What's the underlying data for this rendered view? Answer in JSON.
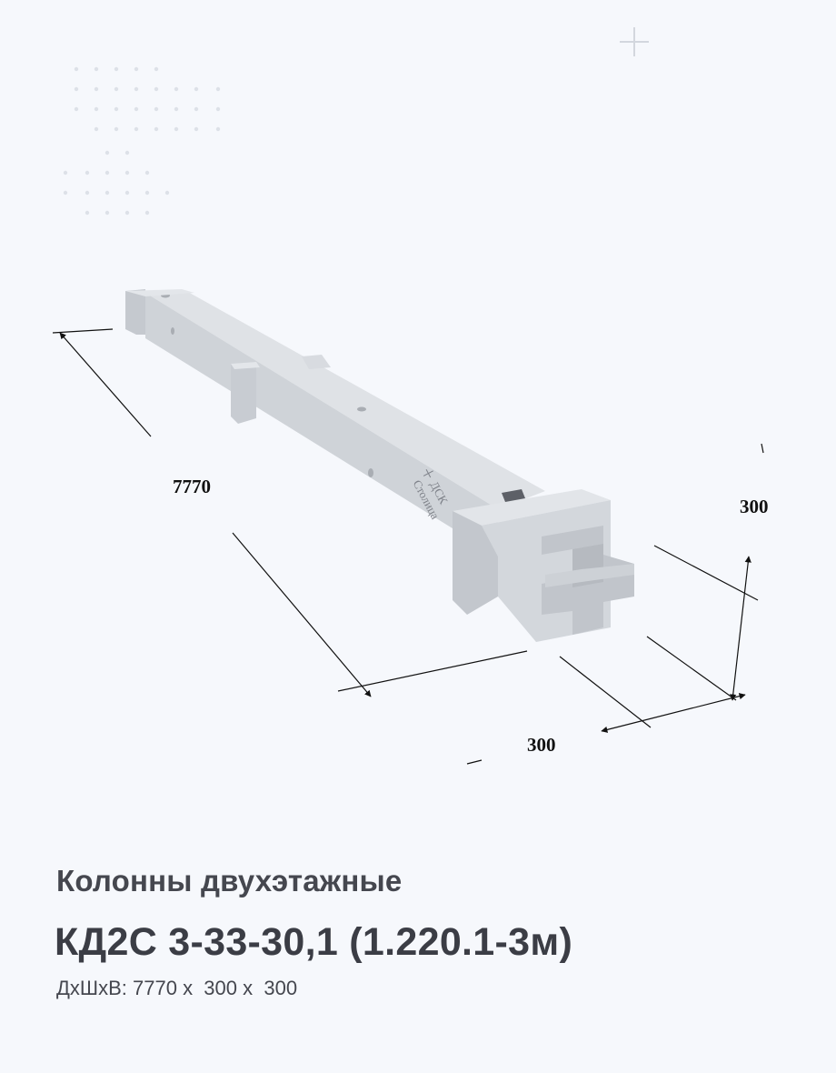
{
  "product": {
    "category": "Колонны двухэтажные",
    "model": "КД2С 3-33-30,1 (1.220.1-3м)",
    "dims_prefix": "ДхШхВ:",
    "length": "7770",
    "width": "300",
    "height": "300",
    "separator": "x"
  },
  "drawing": {
    "length_label": "7770",
    "width_label": "300",
    "height_label": "300",
    "mark_line1": "ДСК",
    "mark_line2": "Столица",
    "mark_logo_icon": "dsk-logo-icon"
  },
  "decor": {
    "plus_icon": "plus-icon",
    "dot_grid": "dot-grid-decoration"
  },
  "colors": {
    "background": "#f6f8fc",
    "concrete_light": "#dfe2e6",
    "concrete_mid": "#cfd3d8",
    "concrete_dark": "#bfc3c9",
    "text": "#3b3d45"
  }
}
